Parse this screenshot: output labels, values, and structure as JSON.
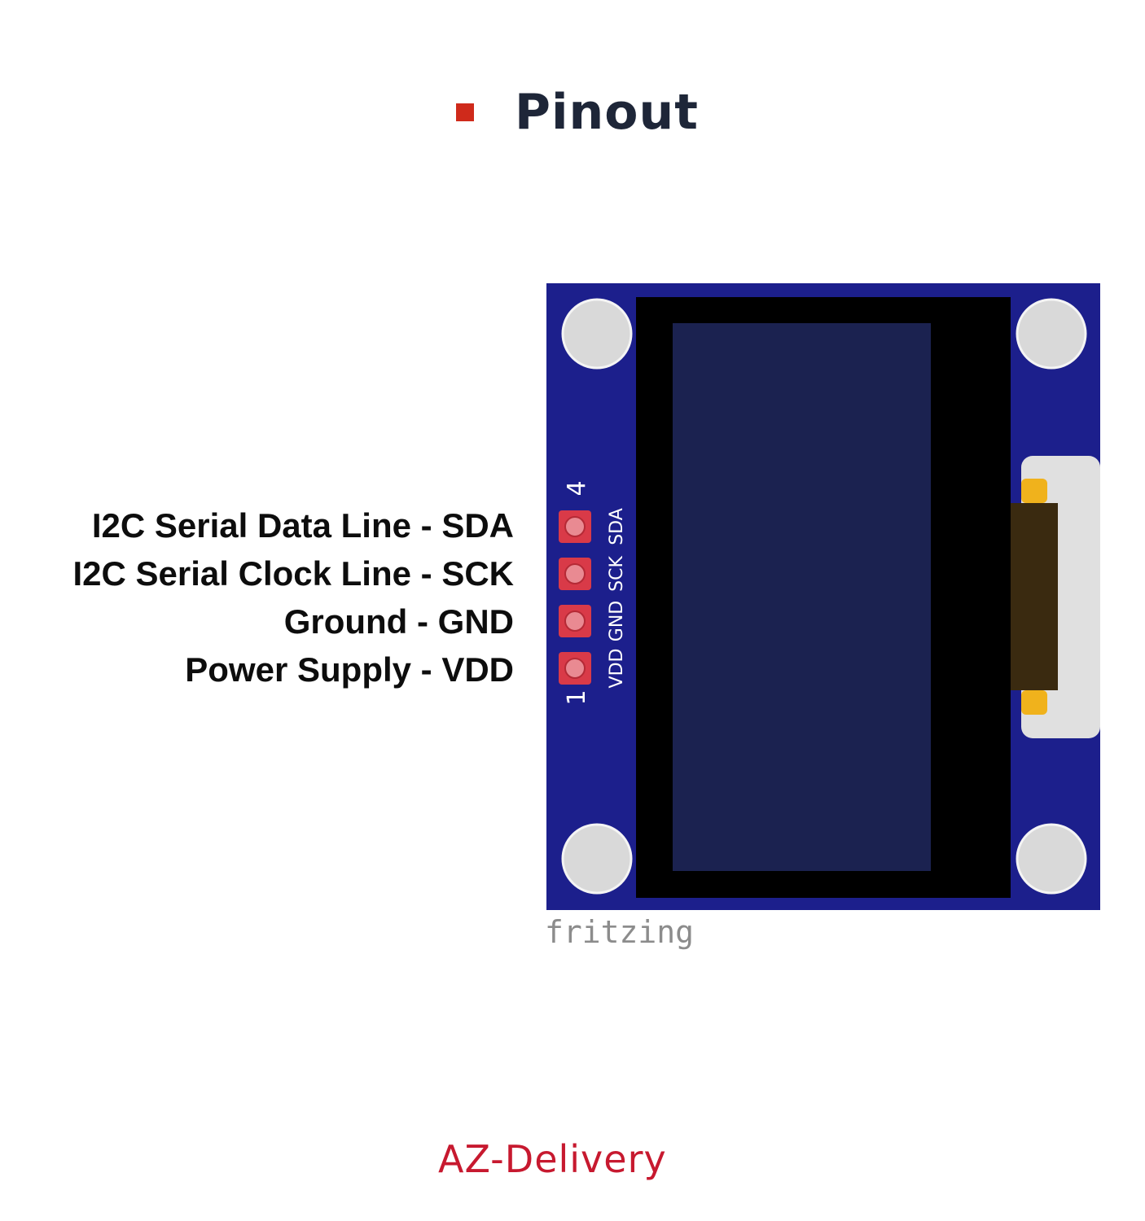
{
  "title": {
    "text": "Pinout"
  },
  "colors": {
    "accent": "#cf2a1b",
    "title": "#1e2638",
    "pcb": "#1c1f8c",
    "display_frame": "#000000",
    "display_glass": "#1b2250",
    "mount_hole": "#d9d9d9",
    "pad": "#d93a48",
    "connector_body": "#e0e0e0",
    "connector_contact": "#f0b21c",
    "silkscreen": "#ffffff",
    "watermark": "#8c8c8c",
    "brand": "#c7192f"
  },
  "pins": [
    {
      "number": "4",
      "code": "SDA",
      "label": "I2C Serial Data Line - SDA"
    },
    {
      "number": "",
      "code": "SCK",
      "label": "I2C Serial Clock Line - SCK"
    },
    {
      "number": "",
      "code": "GND",
      "label": "Ground - GND"
    },
    {
      "number": "1",
      "code": "VDD",
      "label": "Power Supply - VDD"
    }
  ],
  "board": {
    "watermark": "fritzing"
  },
  "footer": {
    "brand": "AZ-Delivery"
  }
}
